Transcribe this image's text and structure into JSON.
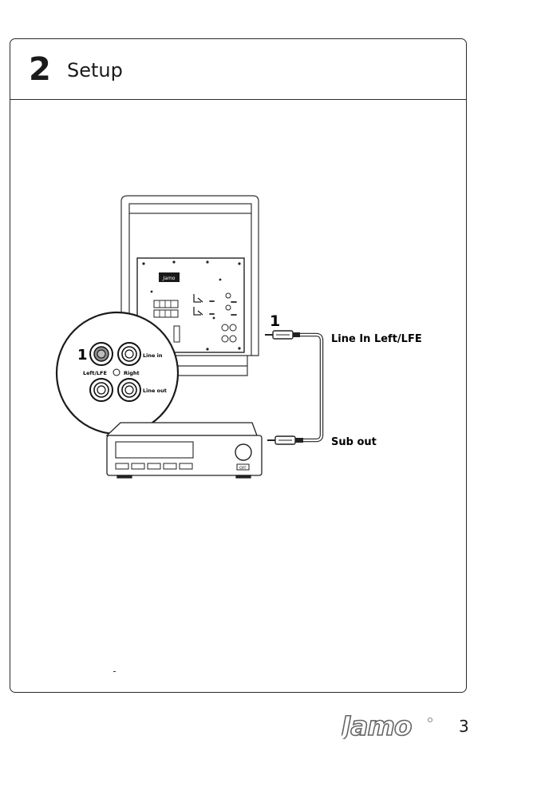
{
  "section": {
    "number": "2",
    "title": "Setup"
  },
  "diagram": {
    "step_marker": "1",
    "zoom_step_marker": "1",
    "label_line_in_left_lfe": "Line In Left/LFE",
    "label_sub_out": "Sub out",
    "zoom_label_line_in": "Line in",
    "zoom_label_left_lfe": "Left/LFE",
    "zoom_label_right": "Right",
    "zoom_label_line_out": "Line out",
    "panel_logo": "Jamo",
    "amp_button": "OFF"
  },
  "footer": {
    "brand": "Jamo",
    "page_number": "3"
  }
}
